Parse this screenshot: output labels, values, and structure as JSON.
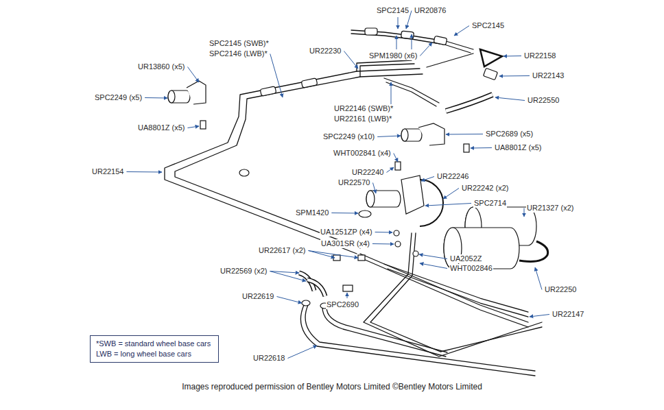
{
  "diagram": {
    "caption": "Images reproduced permission of Bentley Motors Limited ©Bentley Motors Limited",
    "nodes": [
      {
        "text": [
          "*SWB = standard wheel base cars",
          "LWB = long wheel base cars"
        ]
      }
    ],
    "labels": [
      "SPC2145",
      "UR20876",
      "SPC2145",
      "SPC2145 (SWB)*",
      "SPC2146 (LWB)*",
      "UR22230",
      "SPM1980 (x6)",
      "UR22158",
      "UR13860 (x5)",
      "UR22143",
      "SPC2249 (x5)",
      "UR22550",
      "UR22146 (SWB)*",
      "UR22161 (LWB)*",
      "UA8801Z (x5)",
      "SPC2249 (x10)",
      "SPC2689 (x5)",
      "UA8801Z (x5)",
      "WHT002841 (x4)",
      "UR22154",
      "UR22240",
      "UR22570",
      "UR22246",
      "UR22242 (x2)",
      "SPC2714",
      "UR21327 (x2)",
      "SPM1420",
      "UA1251ZP (x4)",
      "UA301SR (x4)",
      "UR22617 (x2)",
      "UA2052Z",
      "WHT002846",
      "UR22569 (x2)",
      "UR22250",
      "UR22619",
      "SPC2690",
      "UR22147",
      "UR22618"
    ]
  }
}
